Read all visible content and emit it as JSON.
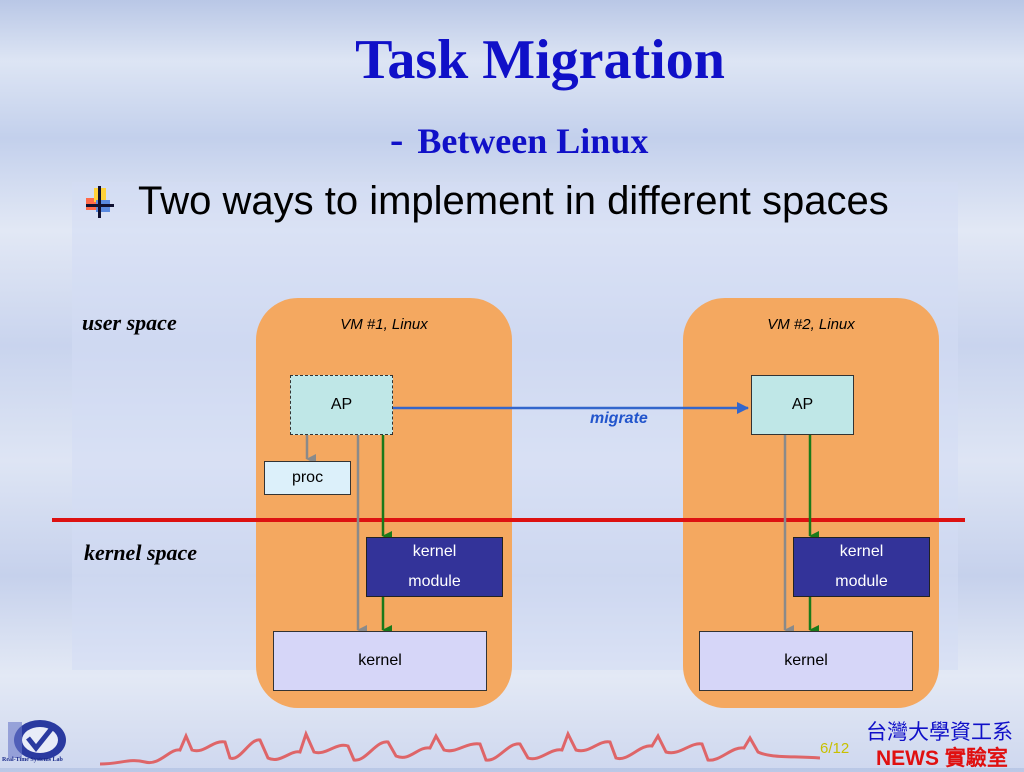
{
  "slide": {
    "title": "Task Migration",
    "subtitle_dash": "-",
    "subtitle": "Between Linux",
    "bullet": "Two ways to implement in different spaces",
    "page_number": "6/12",
    "department": "台灣大學資工系",
    "lab": "NEWS 實驗室",
    "logo_text": "Real-Time Systems Lab"
  },
  "diagram": {
    "user_space_label": "user space",
    "kernel_space_label": "kernel space",
    "vm1": {
      "title": "VM #1, Linux",
      "ap": "AP",
      "proc": "proc",
      "kernel_module_line1": "kernel",
      "kernel_module_line2": "module",
      "kernel": "kernel"
    },
    "vm2": {
      "title": "VM #2, Linux",
      "ap": "AP",
      "kernel_module_line1": "kernel",
      "kernel_module_line2": "module",
      "kernel": "kernel"
    },
    "migrate_label": "migrate",
    "colors": {
      "title": "#1010c8",
      "vm_box": "#f4a860",
      "ap_box": "#bfe7e7",
      "kernel_module": "#333399",
      "kernel_box": "#d6d6f8",
      "divider": "#dd1111",
      "green_arrow": "#1a7a1a",
      "gray_arrow": "#8a8a8a",
      "migrate_arrow": "#3366cc"
    }
  }
}
